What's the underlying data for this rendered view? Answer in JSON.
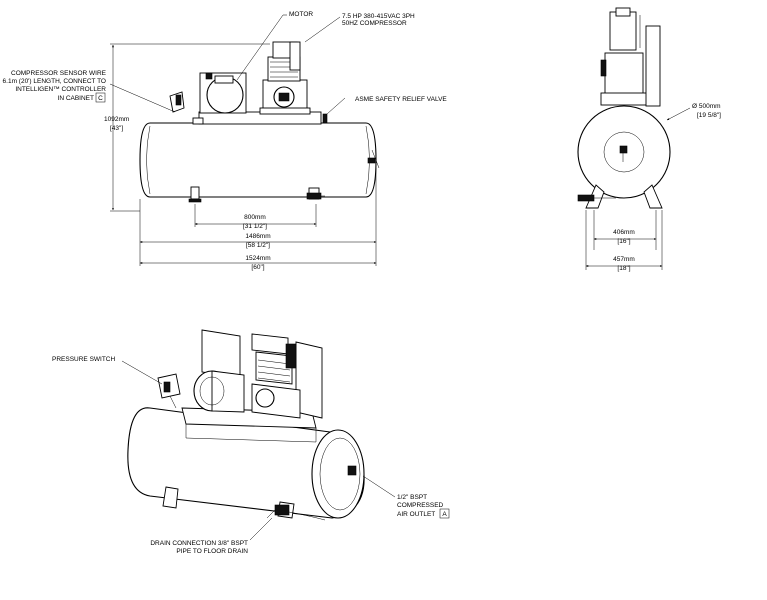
{
  "labels": {
    "motor": "MOTOR",
    "spec_line1": "7.5 HP 380-415VAC 3PH",
    "spec_line2": "50HZ COMPRESSOR",
    "sensor_line1": "COMPRESSOR SENSOR WIRE",
    "sensor_line2": "6.1m (20') LENGTH, CONNECT TO",
    "sensor_line3": "INTELLIGEN™ CONTROLLER",
    "sensor_line4": "IN CABINET",
    "sensor_box": "C",
    "relief_valve": "ASME SAFETY RELIEF VALVE",
    "pressure_switch": "PRESSURE SWITCH",
    "outlet_line1": "1/2\" BSPT",
    "outlet_line2": "COMPRESSED",
    "outlet_line3": "AIR OUTLET",
    "outlet_box": "A",
    "drain_line1": "DRAIN CONNECTION 3/8\" BSPT",
    "drain_line2": "PIPE TO FLOOR DRAIN"
  },
  "dimensions": {
    "height_mm": "1092mm",
    "height_in": "43\"",
    "feet_mm": "800mm",
    "feet_in": "31 1/2\"",
    "tank_mm": "1486mm",
    "tank_in": "58 1/2\"",
    "overall_mm": "1524mm",
    "overall_in": "60\"",
    "diameter_mm": "Ø 500mm",
    "diameter_in": "19 5/8\"",
    "base_inner_mm": "406mm",
    "base_inner_in": "16\"",
    "base_outer_mm": "457mm",
    "base_outer_in": "18\""
  }
}
